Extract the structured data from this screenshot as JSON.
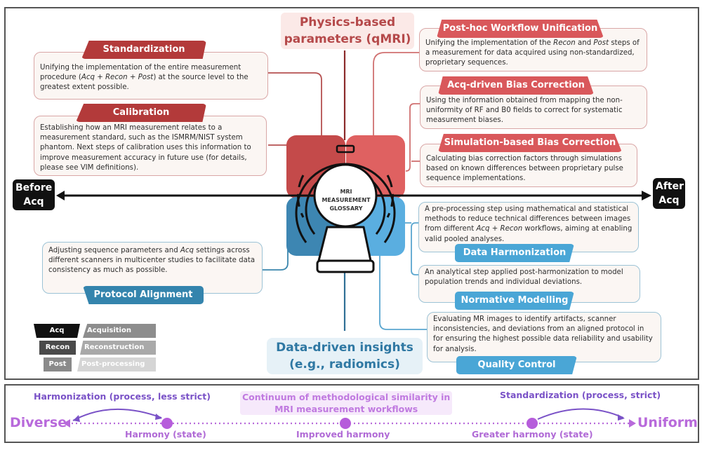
{
  "titles": {
    "top": "Physics-based parameters (qMRI)",
    "bottom_line1": "Data-driven insights",
    "bottom_line2": "(e.g., radiomics)"
  },
  "center": {
    "line1": "MRI",
    "line2": "MEASUREMENT",
    "line3": "GLOSSARY"
  },
  "axis": {
    "left_line1": "Before",
    "left_line2": "Acq",
    "right_line1": "After",
    "right_line2": "Acq"
  },
  "cards": {
    "standardization": {
      "title": "Standardization",
      "text_a": "Unifying the implementation of the entire measurement procedure (",
      "acq": "Acq",
      "plus1": " + ",
      "recon": "Recon",
      "plus2": " + ",
      "post": "Post",
      "text_b": ") at the source level to the greatest extent possible."
    },
    "calibration": {
      "title": "Calibration",
      "text": "Establishing how an MRI measurement relates to a measurement standard, such as the ISMRM/NIST system phantom. Next steps of calibration uses this information to improve measurement accuracy in future use (for details, please see VIM definitions)."
    },
    "posthoc": {
      "title": "Post-hoc Workflow Unification",
      "text_a": "Unifying the implementation of the ",
      "recon": "Recon",
      "and": " and ",
      "post": "Post",
      "text_b": " steps of a measurement for data acquired using non-standardized, proprietary sequences."
    },
    "acq_bias": {
      "title": "Acq-driven Bias Correction",
      "text": "Using the information obtained from mapping the non-uniformity of RF and B0 fields to correct for systematic measurement biases."
    },
    "sim_bias": {
      "title": "Simulation-based Bias Correction",
      "text": "Calculating bias correction factors through simulations based on known differences between proprietary pulse sequence implementations."
    },
    "protocol": {
      "title": "Protocol Alignment",
      "text_a": "Adjusting sequence parameters and ",
      "acq": "Acq",
      "text_b": " settings across different scanners in multicenter studies to facilitate data consistency as much as possible."
    },
    "harmonization": {
      "title": "Data Harmonization",
      "text_a": "A pre-processing step using mathematical and statistical methods to reduce technical differences between images from different ",
      "acq": "Acq",
      "plus": " + ",
      "recon": "Recon",
      "text_b": " workflows, aiming at enabling valid pooled analyses."
    },
    "normative": {
      "title": "Normative Modelling",
      "text": "An analytical step applied post-harmonization to model population trends and individual deviations."
    },
    "qc": {
      "title": "Quality Control",
      "text": "Evaluating MR images to identify artifacts, scanner inconsistencies, and deviations from an aligned protocol in for ensuring the highest possible data reliability and usability for analysis."
    }
  },
  "legend": [
    {
      "abbr": "Acq",
      "full": "Acquisition"
    },
    {
      "abbr": "Recon",
      "full": "Reconstruction"
    },
    {
      "abbr": "Post",
      "full": "Post-processing"
    }
  ],
  "continuum": {
    "left_end": "Diverse",
    "right_end": "Uniform",
    "title_line1": "Continuum of methodological similarity in",
    "title_line2": "MRI measurement workflows",
    "left_process": "Harmonization (process, less strict)",
    "right_process": "Standardization (process, strict)",
    "states": [
      "Harmony (state)",
      "Improved harmony",
      "Greater harmony (state)"
    ]
  },
  "colors": {
    "dark_red": "#b33a3a",
    "coral": "#d9585b",
    "teal": "#3484ad",
    "sky_blue": "#4aa6d6",
    "purple": "#7a52c7",
    "lilac": "#b86adb"
  }
}
